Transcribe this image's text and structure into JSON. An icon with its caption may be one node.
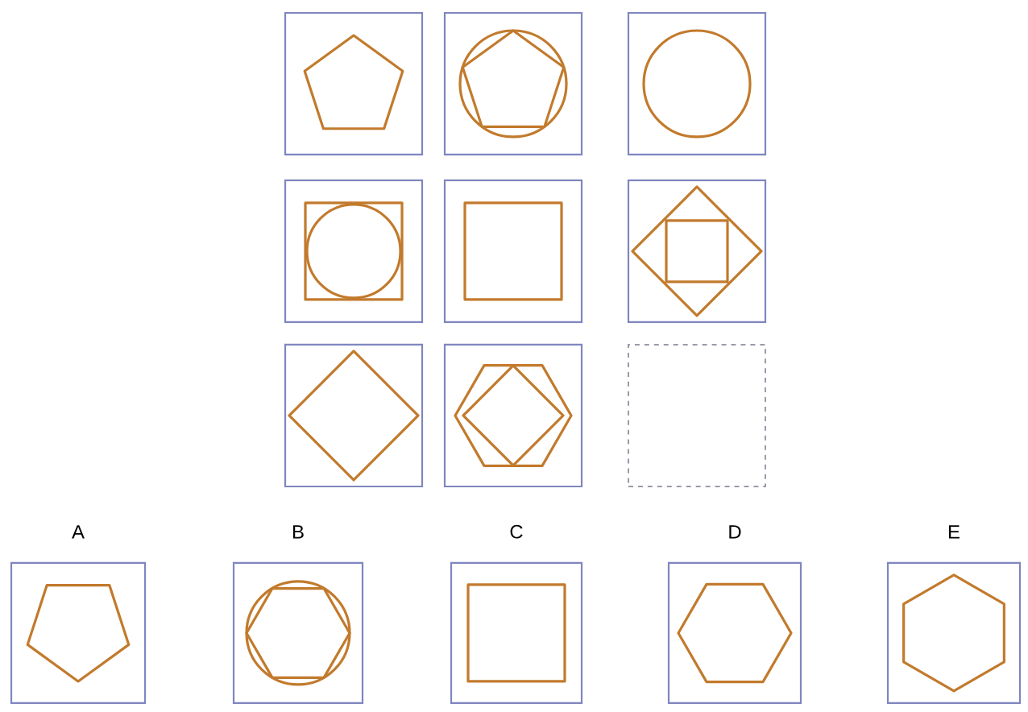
{
  "diagram": {
    "nodes": [
      {
        "text": [],
        "shape": "box"
      },
      {
        "text": [],
        "shape": "box"
      },
      {
        "text": [],
        "shape": "box"
      },
      {
        "text": [],
        "shape": "box"
      },
      {
        "text": [],
        "shape": "box"
      },
      {
        "text": [],
        "shape": "box"
      },
      {
        "text": [],
        "shape": "box"
      },
      {
        "text": [],
        "shape": "box"
      },
      {
        "text": [],
        "shape": "box"
      },
      {
        "text": [
          "A"
        ]
      },
      {
        "text": [
          "B"
        ]
      },
      {
        "text": [
          "C"
        ]
      },
      {
        "text": [
          "D"
        ]
      },
      {
        "text": [
          "E"
        ]
      }
    ]
  }
}
